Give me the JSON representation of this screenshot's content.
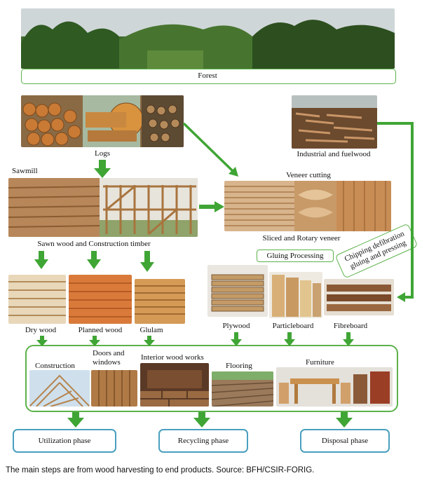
{
  "stages": {
    "forest": "Forest",
    "logs": "Logs",
    "industrial": "Industrial and fuelwood",
    "sawmill": "Sawmill",
    "veneer_cutting": "Veneer cutting",
    "sawn_wood": "Sawn wood and Construction timber",
    "sliced_rotary": "Sliced and Rotary veneer",
    "gluing": "Gluing Processing",
    "chipping": "Chipping defibration gluing and pressing"
  },
  "products": {
    "dry_wood": "Dry wood",
    "planned_wood": "Planned wood",
    "glulam": "Glulam",
    "plywood": "Plywood",
    "particleboard": "Particleboard",
    "fibreboard": "Fibreboard"
  },
  "end_uses": {
    "construction": "Construction",
    "doors_windows_1": "Doors and",
    "doors_windows_2": "windows",
    "interior": "Interior wood works",
    "flooring": "Flooring",
    "furniture": "Furniture"
  },
  "phases": {
    "utilization": "Utilization phase",
    "recycling": "Recycling phase",
    "disposal": "Disposal phase"
  },
  "caption": "The main steps are from wood harvesting to end products. Source: BFH/CSIR-FORIG.",
  "colors": {
    "arrow_green": "#3fa535",
    "box_green": "#5cb24a",
    "phase_blue": "#4a9fbf"
  }
}
